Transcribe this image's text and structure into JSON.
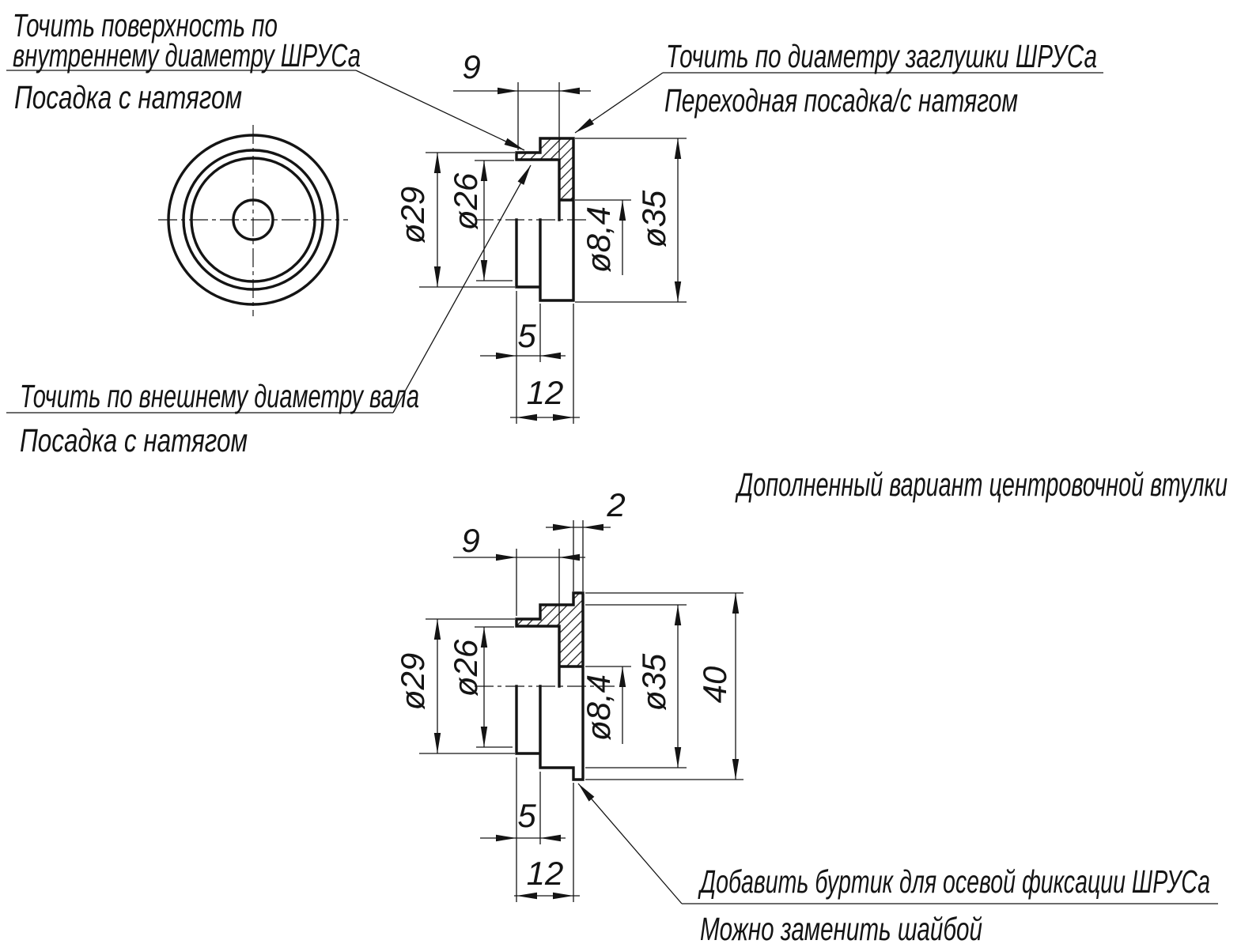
{
  "colors": {
    "background": "#ffffff",
    "ink": "#141414"
  },
  "title": "Дополненный вариант центровочной втулки",
  "notes": {
    "inner_surface": {
      "line1": "Точить поверхность по",
      "line2": "внутреннему диаметру ШРУСа",
      "fit": "Посадка с натягом"
    },
    "plug": {
      "line1": "Точить по диаметру заглушки ШРУСа",
      "fit": "Переходная посадка/с натягом"
    },
    "shaft": {
      "line1": "Точить по внешнему диаметру вала",
      "fit": "Посадка с натягом"
    },
    "collar": {
      "line1": "Добавить буртик для осевой фиксации ШРУСа",
      "fit": "Можно заменить шайбой"
    }
  },
  "original_view": {
    "dims": {
      "len9": "9",
      "dia29": "ø29",
      "dia26": "ø26",
      "dia35": "ø35",
      "dia84": "ø8,4",
      "len5": "5",
      "len12": "12"
    }
  },
  "updated_view": {
    "dims": {
      "len2": "2",
      "len9": "9",
      "dia29": "ø29",
      "dia26": "ø26",
      "dia35": "ø35",
      "dia84": "ø8,4",
      "dia40": "40",
      "len5": "5",
      "len12": "12"
    }
  }
}
